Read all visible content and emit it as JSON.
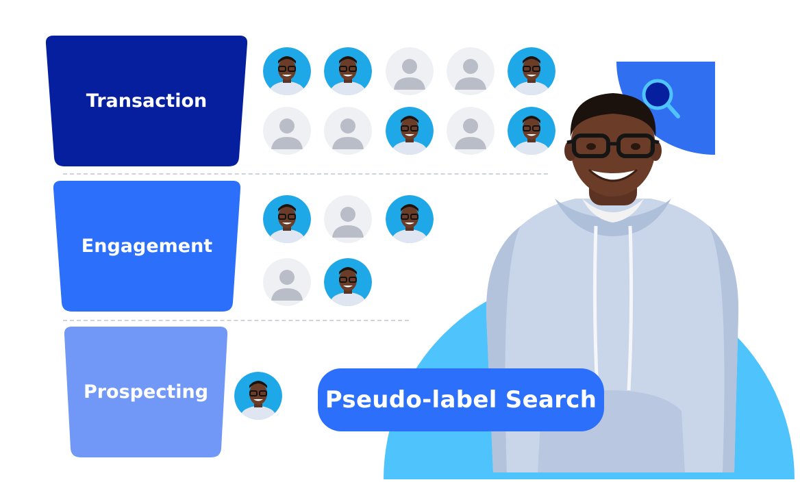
{
  "tiers": {
    "transaction": "Transaction",
    "engagement": "Engagement",
    "prospecting": "Prospecting"
  },
  "cta": {
    "label": "Pseudo-label Search"
  },
  "colors": {
    "transaction": "#051f9e",
    "engagement": "#2b6ffb",
    "prospecting": "#7198f7",
    "accent": "#2b6ffb",
    "light_blue": "#4fc3fc",
    "placeholder_bg": "#eef0f4",
    "placeholder_fg": "#b8bdc7"
  },
  "icons": [
    "search-icon",
    "user-placeholder-icon"
  ]
}
